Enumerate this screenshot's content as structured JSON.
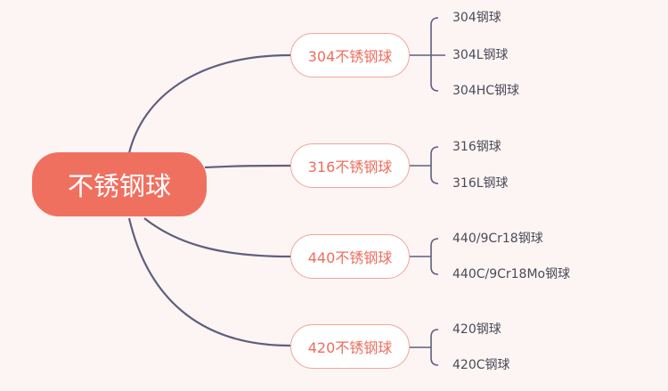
{
  "root": {
    "label": "不锈钢球"
  },
  "branches": [
    {
      "label": "304不锈钢球",
      "leaves": [
        "304钢球",
        "304L钢球",
        "304HC钢球"
      ]
    },
    {
      "label": "316不锈钢球",
      "leaves": [
        "316钢球",
        "316L钢球"
      ]
    },
    {
      "label": "440不锈钢球",
      "leaves": [
        "440/9Cr18钢球",
        "440C/9Cr18Mo钢球"
      ]
    },
    {
      "label": "420不锈钢球",
      "leaves": [
        "420钢球",
        "420C钢球"
      ]
    }
  ],
  "colors": {
    "root": "#f07060",
    "branch_text": "#ee6e5e",
    "line": "#5a5a7a",
    "background": "#fdf5f3"
  }
}
